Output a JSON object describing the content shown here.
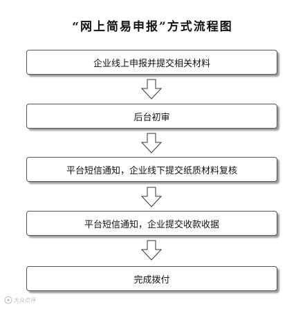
{
  "title": "“网上简易申报”方式流程图",
  "steps": [
    {
      "label": "企业线上申报并提交相关材料"
    },
    {
      "label": "后台初审"
    },
    {
      "label": "平台短信通知，企业线下提交纸质材料复核"
    },
    {
      "label": "平台短信通知，企业提交收款收据"
    },
    {
      "label": "完成拨付"
    }
  ],
  "watermark": {
    "text": "大众点评"
  },
  "colors": {
    "border": "#555555",
    "shadow": "#9a9a9a",
    "text": "#111111"
  },
  "icons": [
    "down-arrow-icon"
  ]
}
